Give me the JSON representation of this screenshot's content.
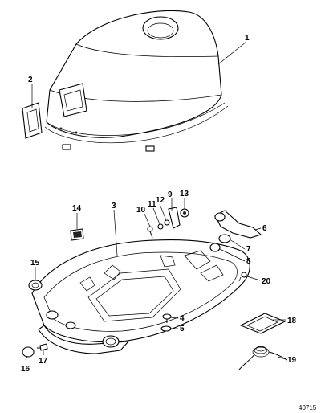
{
  "callouts": [
    {
      "id": "1",
      "label": "1"
    },
    {
      "id": "2",
      "label": "2"
    },
    {
      "id": "3",
      "label": "3"
    },
    {
      "id": "4",
      "label": "4"
    },
    {
      "id": "5",
      "label": "5"
    },
    {
      "id": "6",
      "label": "6"
    },
    {
      "id": "7",
      "label": "7"
    },
    {
      "id": "8",
      "label": "8"
    },
    {
      "id": "9",
      "label": "9"
    },
    {
      "id": "10",
      "label": "10"
    },
    {
      "id": "11",
      "label": "11"
    },
    {
      "id": "12",
      "label": "12"
    },
    {
      "id": "13",
      "label": "13"
    },
    {
      "id": "14",
      "label": "14"
    },
    {
      "id": "15",
      "label": "15"
    },
    {
      "id": "16",
      "label": "16"
    },
    {
      "id": "17",
      "label": "17"
    },
    {
      "id": "18",
      "label": "18"
    },
    {
      "id": "19",
      "label": "19"
    },
    {
      "id": "20",
      "label": "20"
    }
  ],
  "figure_number": "40715"
}
